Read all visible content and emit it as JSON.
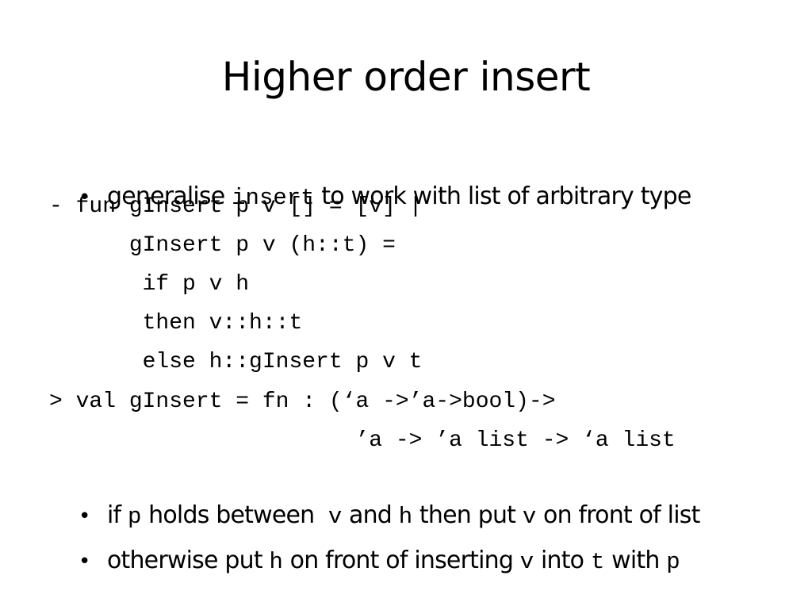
{
  "slide": {
    "title": "Higher order insert",
    "bullet1": {
      "symbol": "•",
      "t1": "generalise ",
      "c1": "insert",
      "t2": " to work with list of arbitrary type"
    },
    "code": [
      "- fun gInsert p v [] = [v] |",
      "      gInsert p v (h::t) =",
      "       if p v h",
      "       then v::h::t",
      "       else h::gInsert p v t",
      "> val gInsert = fn : (‘a ->’a->bool)->",
      "                       ’a -> ’a list -> ‘a list"
    ],
    "bullet2": {
      "symbol": "•",
      "t1": "if ",
      "c1": "p",
      "t2": " holds between  ",
      "c2": "v",
      "t3": " and ",
      "c3": "h",
      "t4": " then put ",
      "c4": "v",
      "t5": " on front of list"
    },
    "bullet3": {
      "symbol": "•",
      "t1": "otherwise put ",
      "c1": "h",
      "t2": " on front of inserting ",
      "c2": "v",
      "t3": " into ",
      "c3": "t",
      "t4": " with ",
      "c4": "p"
    }
  }
}
